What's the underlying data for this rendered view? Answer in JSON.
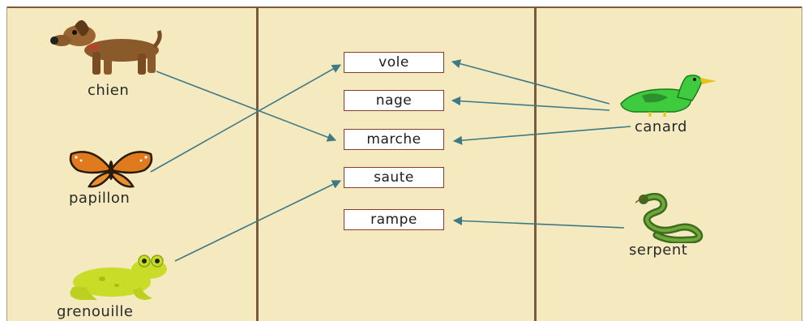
{
  "animals_left": [
    {
      "label": "chien",
      "icon": "dog-icon"
    },
    {
      "label": "papillon",
      "icon": "butterfly-icon"
    },
    {
      "label": "grenouille",
      "icon": "frog-icon"
    }
  ],
  "animals_right": [
    {
      "label": "canard",
      "icon": "duck-icon"
    },
    {
      "label": "serpent",
      "icon": "snake-icon"
    }
  ],
  "actions": [
    "vole",
    "nage",
    "marche",
    "saute",
    "rampe"
  ],
  "connections": [
    {
      "from": "chien",
      "to": "marche"
    },
    {
      "from": "papillon",
      "to": "vole"
    },
    {
      "from": "grenouille",
      "to": "saute"
    },
    {
      "from": "canard",
      "to": "vole"
    },
    {
      "from": "canard",
      "to": "nage"
    },
    {
      "from": "canard",
      "to": "marche"
    },
    {
      "from": "serpent",
      "to": "rampe"
    }
  ],
  "colors": {
    "background": "#f5e9c0",
    "divider": "#7a5a3c",
    "box_border": "#8a3b2e",
    "arrow": "#3e7a86"
  }
}
